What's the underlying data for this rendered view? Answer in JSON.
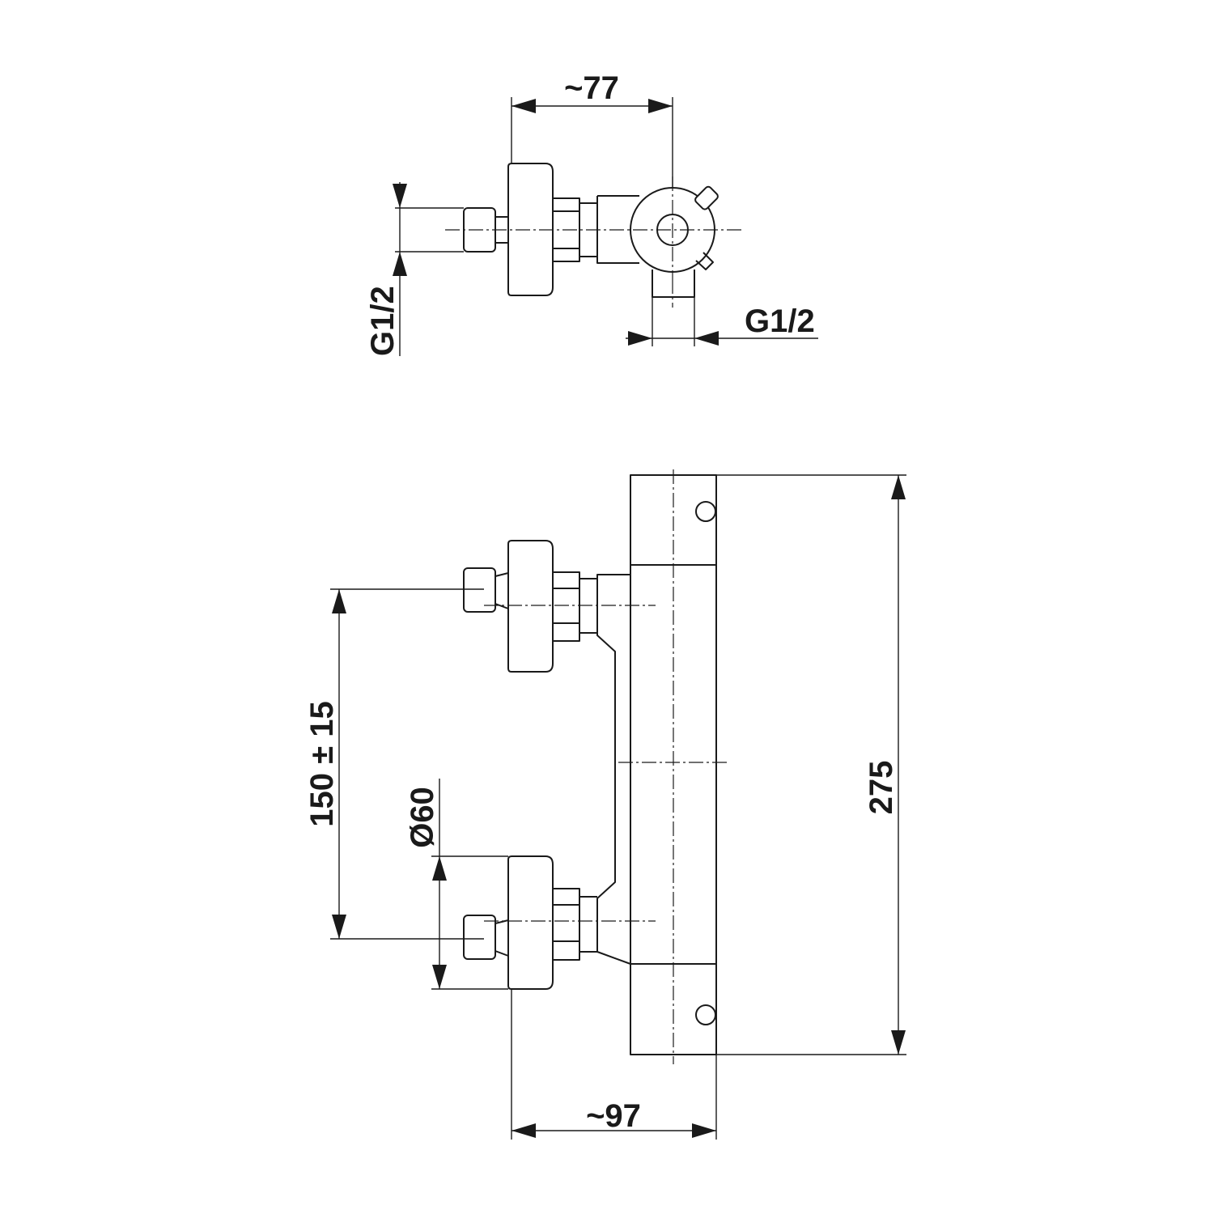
{
  "drawing": {
    "top_view": {
      "width_dim": "~77",
      "left_thread_dim": "G1/2",
      "bottom_thread_dim": "G1/2"
    },
    "front_view": {
      "centers_dim": "150 ± 15",
      "diameter_dim": "Ø60",
      "height_dim": "275",
      "width_dim": "~97"
    }
  }
}
